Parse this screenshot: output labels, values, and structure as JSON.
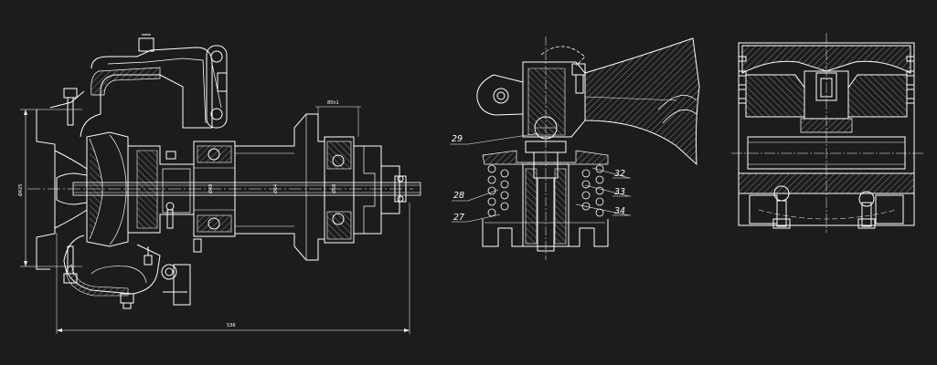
{
  "colors": {
    "background": "#1c1c1c",
    "line": "#ffffff",
    "hatch": "#cfcfcf"
  },
  "dimensions": {
    "overall_length": "536",
    "left_height": "Ø425",
    "shaft_upper": "85h1"
  },
  "diameter_marks": [
    "Ø48",
    "Ø64",
    "Ø58"
  ],
  "callouts": [
    {
      "id": "29",
      "label": "29"
    },
    {
      "id": "28",
      "label": "28"
    },
    {
      "id": "27",
      "label": "27"
    },
    {
      "id": "32",
      "label": "32"
    },
    {
      "id": "33",
      "label": "33"
    },
    {
      "id": "34",
      "label": "34"
    }
  ]
}
